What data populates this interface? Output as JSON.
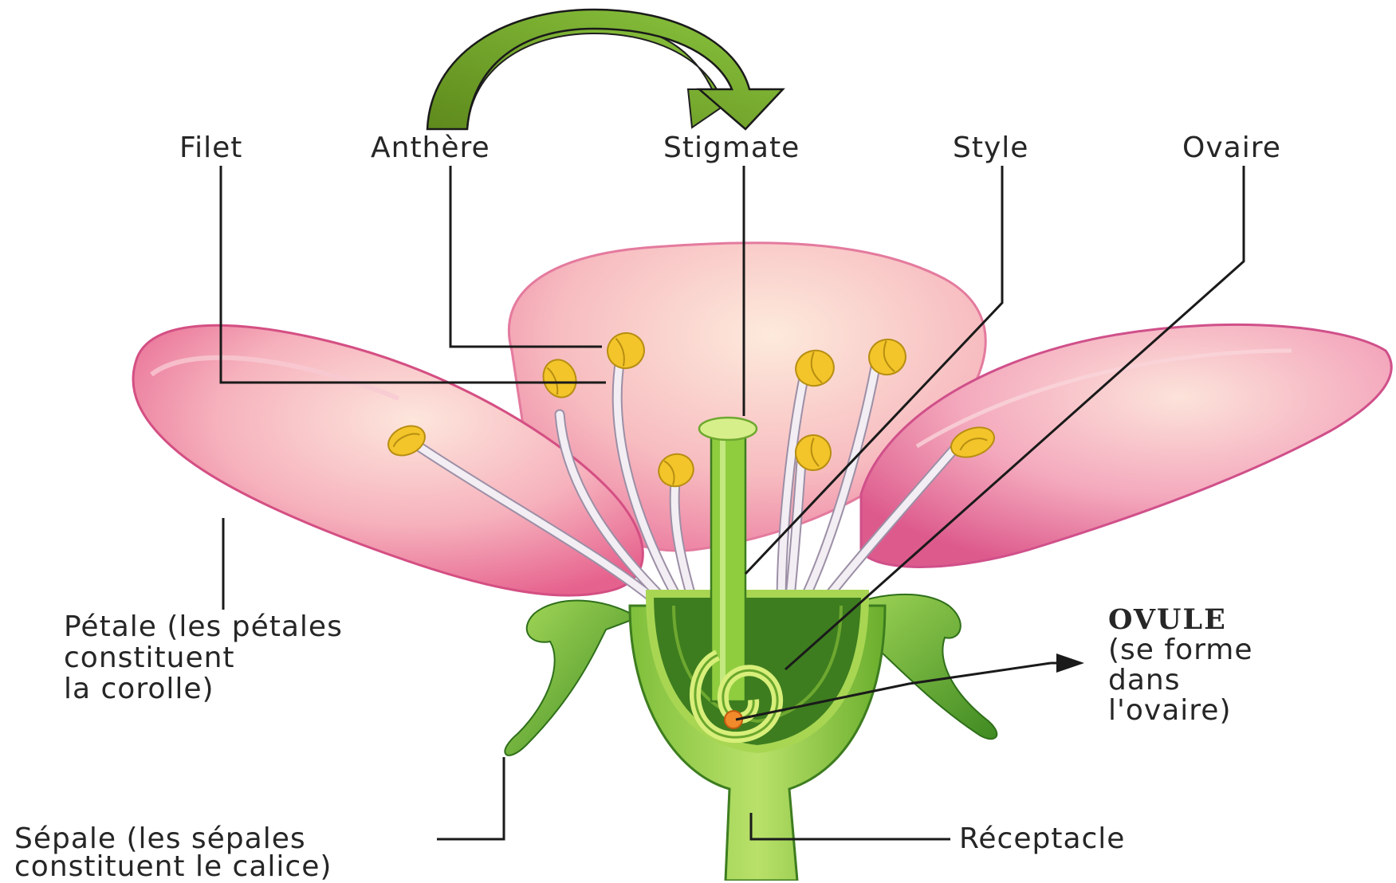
{
  "labels": {
    "filet": "Filet",
    "anthere": "Anthère",
    "stigmate": "Stigmate",
    "style": "Style",
    "ovaire": "Ovaire",
    "petale_1": "Pétale (les pétales",
    "petale_2": "constituent",
    "petale_3": "la corolle)",
    "ovule_title": "OVULE",
    "ovule_1": "(se forme",
    "ovule_2": "dans",
    "ovule_3": "l'ovaire)",
    "sepale_1": "Sépale (les sépales",
    "sepale_2": "constituent le calice)",
    "receptacle": "Réceptacle"
  },
  "colors": {
    "arrow": "#6f9a22",
    "petal_light": "#fbd9cf",
    "petal_dark": "#e6628e",
    "sepal": "#6fb42e",
    "pistil": "#8fcd3f",
    "ovary_inner": "#3d7d1f",
    "anther": "#f3c52a",
    "filament": "#f2eef3",
    "leader_line": "#1a1a1a"
  }
}
